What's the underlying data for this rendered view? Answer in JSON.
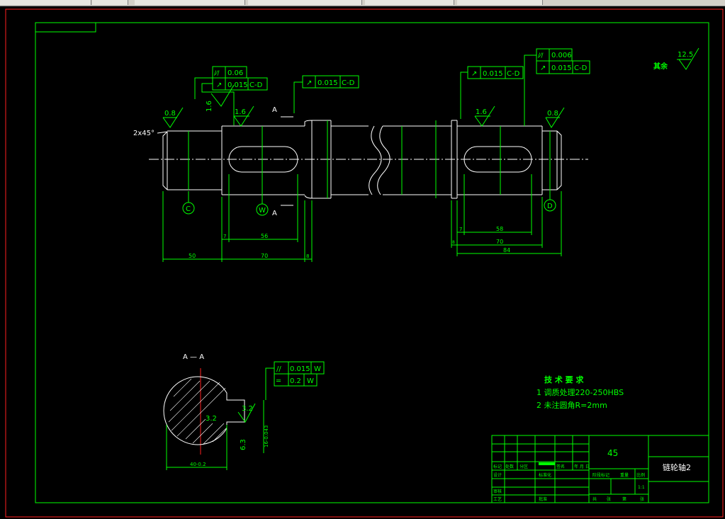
{
  "drawing": {
    "part_name": "链轮轴2",
    "material": "45",
    "surface_roughness_rest": "12.5",
    "rest_label": "其余",
    "chamfer_note": "2x45°",
    "tech_req_title": "技 术 要 求",
    "tech_req_items": [
      "1  调质处理220-250HBS",
      "2  未注圆角R=2mm"
    ],
    "roughness_marks": [
      "0.8",
      "1.6",
      "1.6",
      "1.6",
      "0.8",
      "3.2",
      "3.2",
      "6.3"
    ],
    "tolerance_frames": [
      {
        "sym": "/⁄/",
        "val": "0.06",
        "ref": ""
      },
      {
        "sym": "↗",
        "val": "0.015",
        "ref": "C-D"
      },
      {
        "sym": "↗",
        "val": "0.015",
        "ref": "C-D"
      },
      {
        "sym": "↗",
        "val": "0.015",
        "ref": "C-D"
      },
      {
        "sym": "/⁄/",
        "val": "0.006",
        "ref": ""
      },
      {
        "sym": "↗",
        "val": "0.015",
        "ref": "C-D"
      },
      {
        "sym": "//",
        "val": "0.015",
        "ref": "W"
      },
      {
        "sym": "═",
        "val": "0.2",
        "ref": "W"
      }
    ],
    "datums": [
      "C",
      "W",
      "D"
    ],
    "section_marker": "A",
    "section_title": "A — A",
    "dims": {
      "left_bottom": [
        "50",
        "70",
        "8"
      ],
      "left_key": [
        "7",
        "56"
      ],
      "right_key": [
        "7",
        "58"
      ],
      "right_bottom": [
        "8",
        "70",
        "84"
      ],
      "section_width": "40-0.2",
      "section_depth": "16-0.043"
    },
    "title_block": {
      "left_rows": [
        "标记",
        "设计",
        "",
        "审核",
        "工艺"
      ],
      "col2": [
        "处数",
        "",
        "",
        "",
        ""
      ],
      "col3": [
        "分区",
        "",
        "",
        "",
        ""
      ],
      "head_right": [
        "签名",
        "年 月 日"
      ],
      "mid_labels": [
        "标准化",
        "",
        "",
        "批准"
      ],
      "sub_labels": [
        "阶段标记",
        "重量",
        "比例"
      ],
      "scale": "1:1",
      "sheet": [
        "共",
        "张",
        "第",
        "张"
      ]
    }
  }
}
